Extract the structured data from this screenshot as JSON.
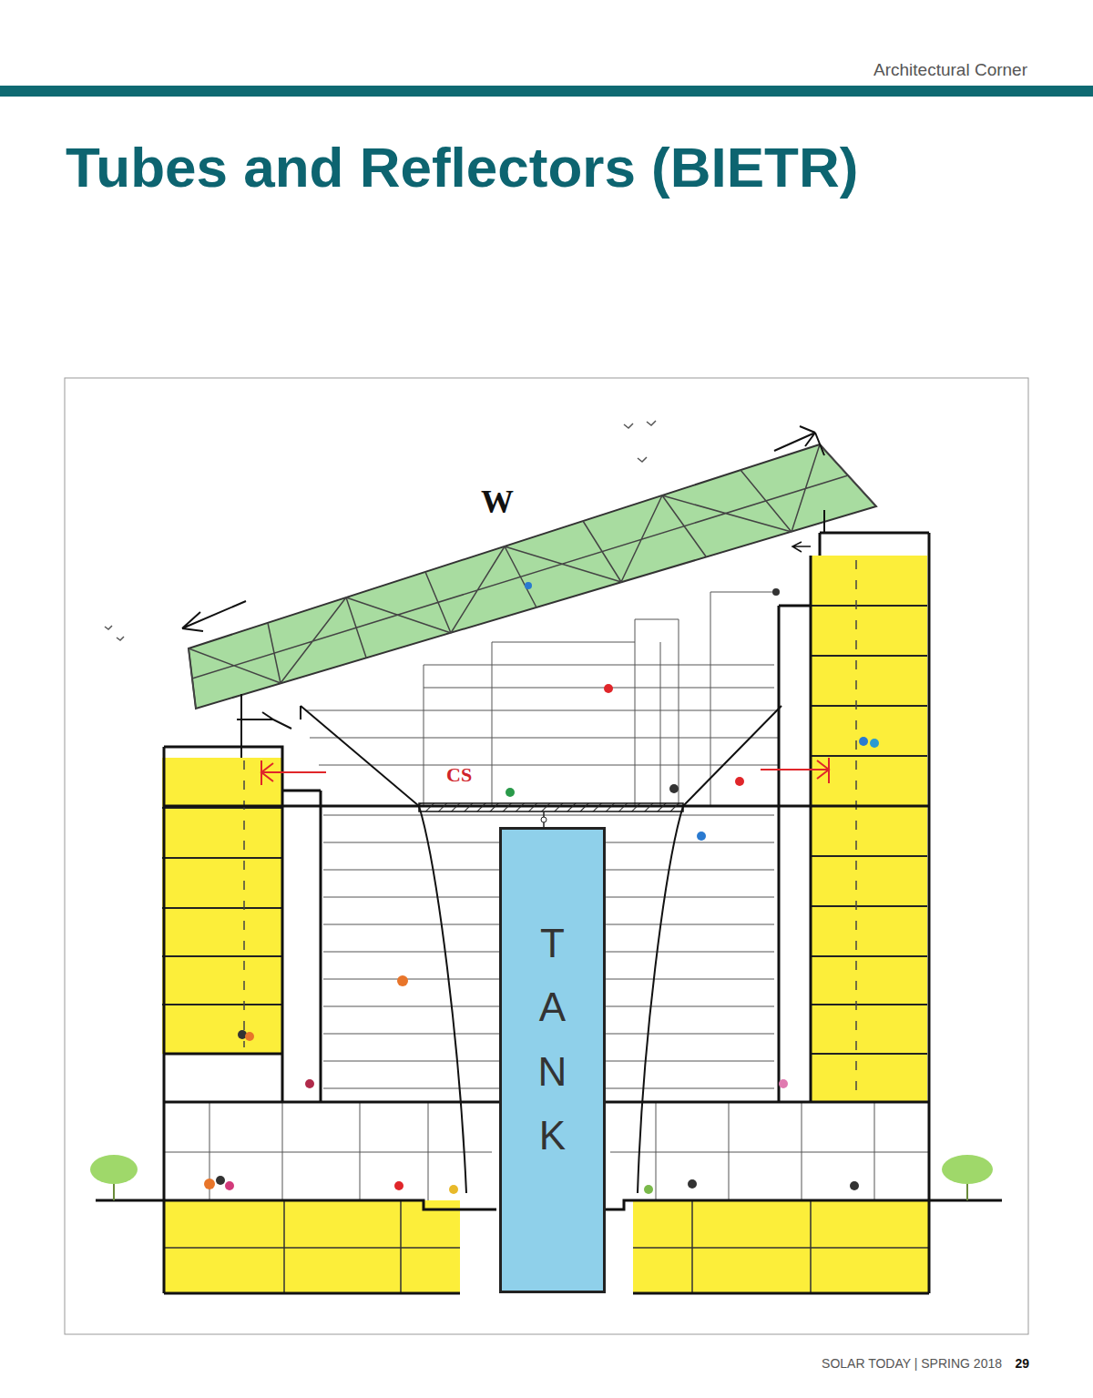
{
  "diagram": {
    "title": "Tubes and Reflectors (BIETR)",
    "nodes": [
      {
        "text": [
          "TANK"
        ]
      }
    ],
    "labels": [
      "Architectural Corner",
      "W",
      "CS",
      "SOLAR TODAY | SPRING 2018",
      "29"
    ]
  }
}
